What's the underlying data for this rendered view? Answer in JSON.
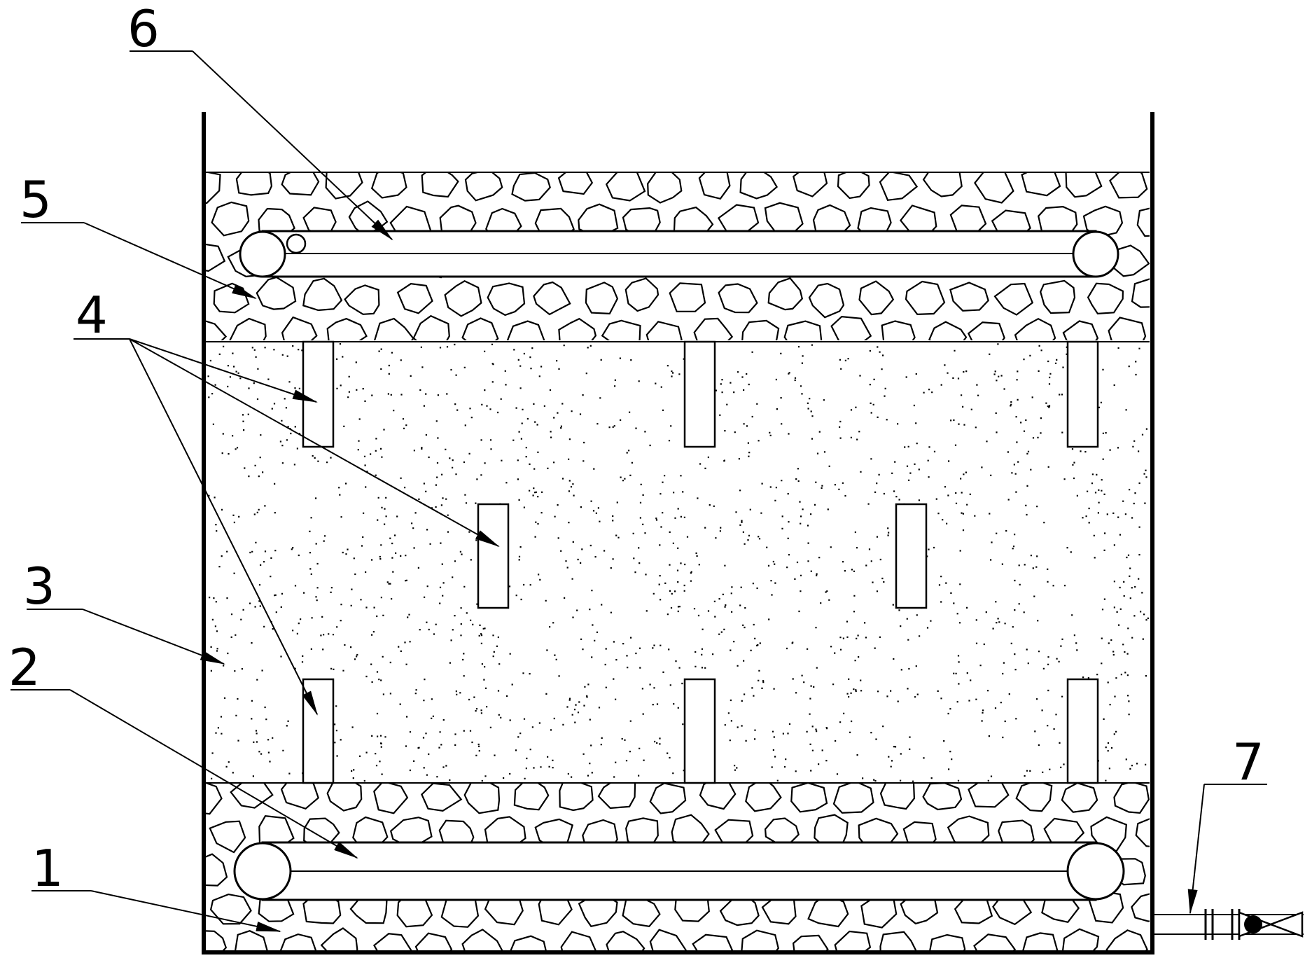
{
  "labels": [
    {
      "id": "1",
      "text": "1"
    },
    {
      "id": "2",
      "text": "2"
    },
    {
      "id": "3",
      "text": "3"
    },
    {
      "id": "4",
      "text": "4"
    },
    {
      "id": "5",
      "text": "5"
    },
    {
      "id": "6",
      "text": "6"
    },
    {
      "id": "7",
      "text": "7"
    }
  ],
  "colors": {
    "line": "#000000",
    "background": "#ffffff"
  },
  "icons": [
    "valve-icon"
  ]
}
